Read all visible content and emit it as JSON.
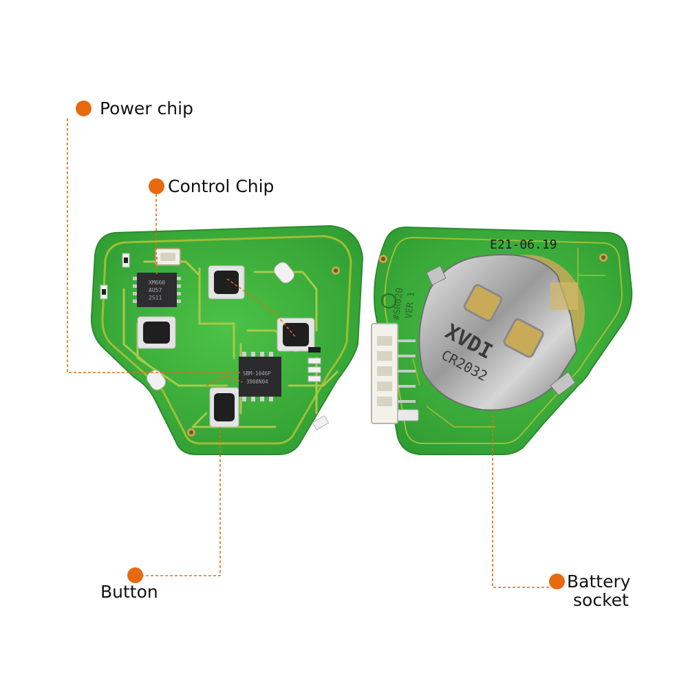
{
  "accent_color": "#e86a10",
  "board_color": "#41b43c",
  "callouts": {
    "power_chip": {
      "label": "Power chip"
    },
    "control_chip": {
      "label": "Control Chip"
    },
    "button": {
      "label": "Button"
    },
    "battery_socket": {
      "label_line1": "Battery",
      "label_line2": "socket"
    }
  },
  "board_left": {
    "chip1_lines": [
      "XM660",
      "AU57",
      "2S11"
    ],
    "chip2_lines": [
      "SBM-1046P",
      "3908N04"
    ]
  },
  "board_right": {
    "date_code": "E21-06.19",
    "model_code": "#SR020",
    "version": "VER 1",
    "brand": "XVDI",
    "socket_print": "CR2032"
  }
}
